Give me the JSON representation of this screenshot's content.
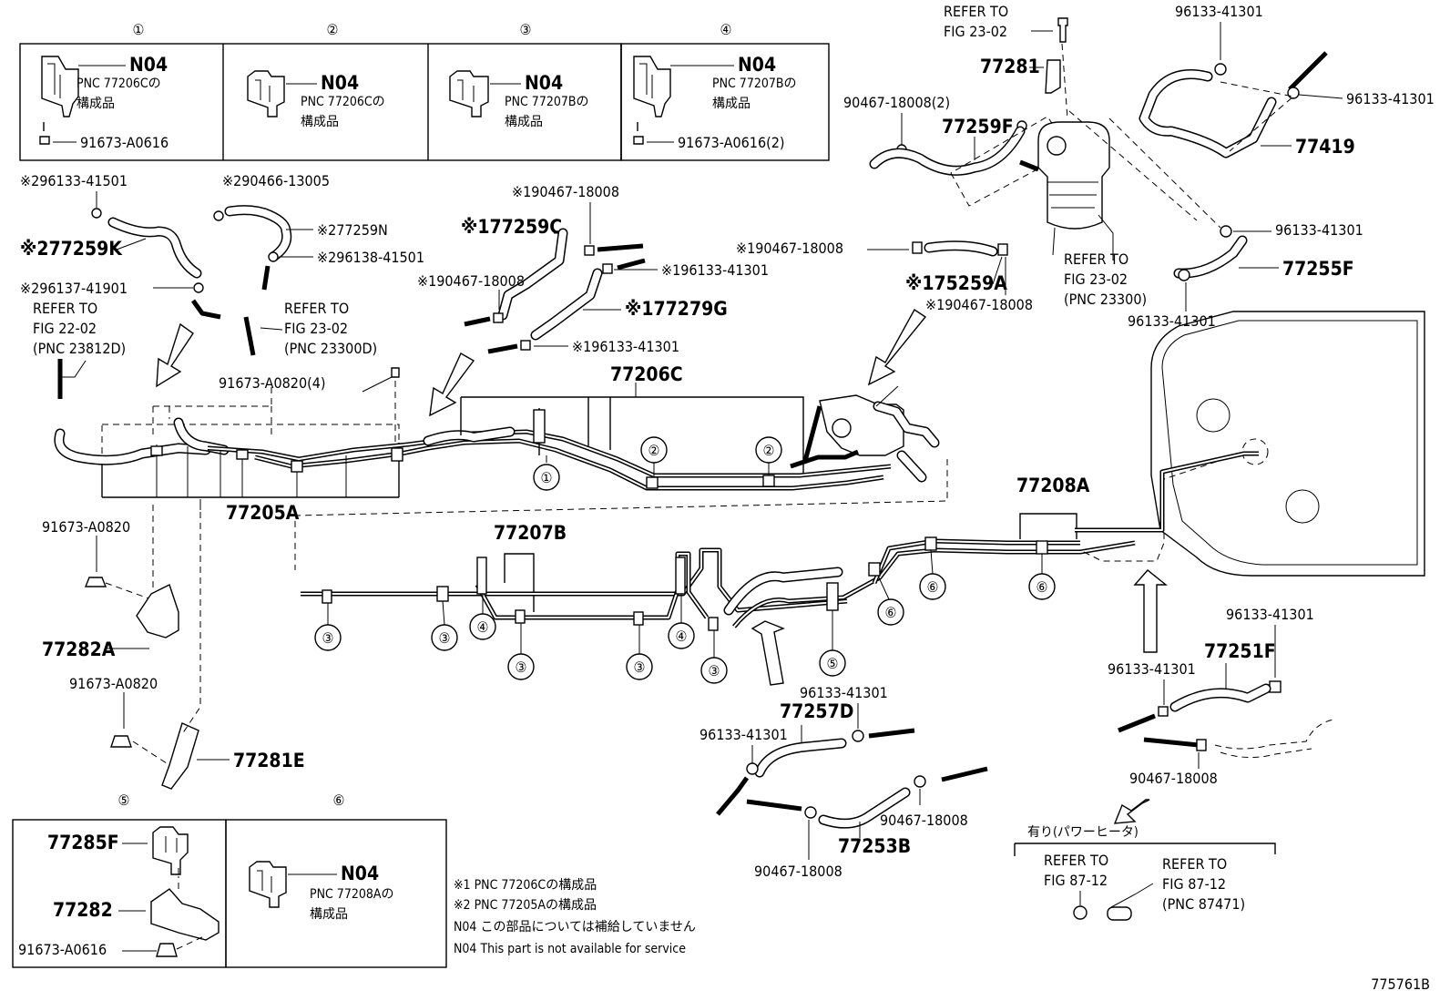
{
  "boxes": [
    {
      "num": "①",
      "code": "N04",
      "line1": "PNC 77206Cの",
      "line2": "構成品",
      "bolt": "91673-A0616"
    },
    {
      "num": "②",
      "code": "N04",
      "line1": "PNC 77206Cの",
      "line2": "構成品",
      "bolt": ""
    },
    {
      "num": "③",
      "code": "N04",
      "line1": "PNC 77207Bの",
      "line2": "構成品",
      "bolt": ""
    },
    {
      "num": "④",
      "code": "N04",
      "line1": "PNC 77207Bの",
      "line2": "構成品",
      "bolt": "91673-A0616(2)"
    },
    {
      "num": "⑤",
      "p1": "77285F",
      "p2": "77282",
      "bolt": "91673-A0616"
    },
    {
      "num": "⑥",
      "code": "N04",
      "line1": "PNC 77208Aの",
      "line2": "構成品"
    }
  ],
  "labels": {
    "l01": "※296133-41501",
    "l02": "※290466-13005",
    "l03": "※277259N",
    "l04": "※296138-41501",
    "l05": "※277259K",
    "l06": "※296137-41901",
    "l07": "REFER TO",
    "l08": "FIG 22-02",
    "l09": "(PNC 23812D)",
    "l10": "REFER TO",
    "l11": "FIG 23-02",
    "l12": "(PNC 23300D)",
    "l13": "91673-A0820(4)",
    "l14": "※190467-18008",
    "l15": "※177259C",
    "l16": "※190467-18008",
    "l17": "※196133-41301",
    "l18": "※177279G",
    "l19": "※196133-41301",
    "l20": "77206C",
    "l21": "77205A",
    "l22": "91673-A0820",
    "l23": "77282A",
    "l24": "91673-A0820",
    "l25": "77281E",
    "l26": "77207B",
    "l27": "REFER TO",
    "l28": "FIG 23-02",
    "l29": "77281",
    "l30": "90467-18008(2)",
    "l31": "77259F",
    "l32": "96133-41301",
    "l33": "96133-41301",
    "l34": "77419",
    "l35": "※190467-18008",
    "l36": "REFER TO",
    "l37": "FIG 23-02",
    "l38": "(PNC 23300)",
    "l39": "96133-41301",
    "l40": "77255F",
    "l41": "※175259A",
    "l42": "※190467-18008",
    "l43": "96133-41301",
    "l44": "77208A",
    "l45": "96133-41301",
    "l46": "77251F",
    "l47": "96133-41301",
    "l48": "90467-18008",
    "l49": "96133-41301",
    "l50": "77257D",
    "l51": "96133-41301",
    "l52": "90467-18008",
    "l53": "77253B",
    "l54": "90467-18008",
    "l55": "有り(パワーヒータ)",
    "l56": "REFER TO",
    "l57": "FIG 87-12",
    "l58": "REFER TO",
    "l59": "FIG 87-12",
    "l60": "(PNC 87471)"
  },
  "callouts": [
    "①",
    "②",
    "②",
    "③",
    "③",
    "④",
    "③",
    "③",
    "④",
    "③",
    "⑤",
    "⑥",
    "⑥",
    "⑥"
  ],
  "notes": {
    "n1": "※1 PNC 77206Cの構成品",
    "n2": "※2 PNC 77205Aの構成品",
    "n3": "N04 この部品については補給していません",
    "n4": "N04 This part is not available for service"
  },
  "figure_id": "775761B"
}
